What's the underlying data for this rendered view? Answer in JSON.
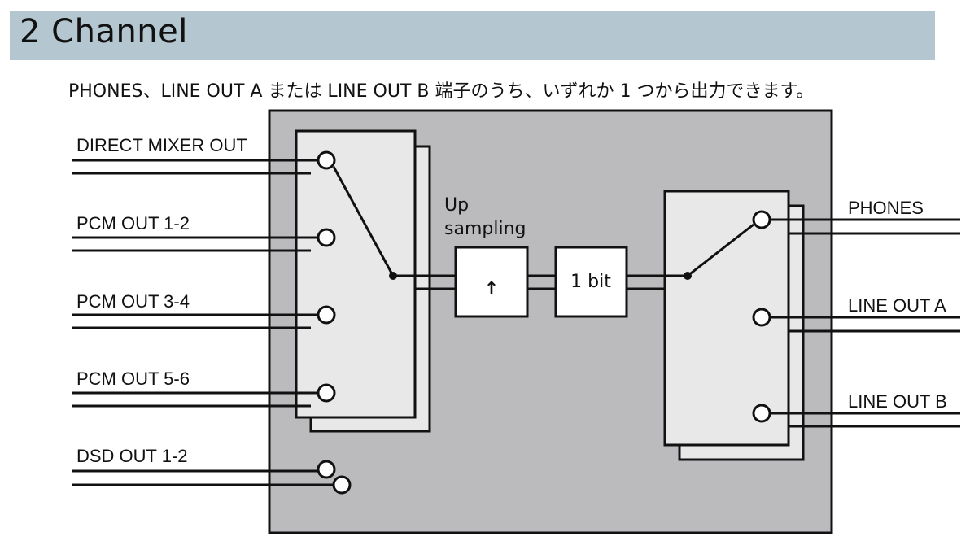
{
  "header": {
    "title": "2 Channel"
  },
  "description": "PHONES、LINE OUT A または LINE OUT B 端子のうち、いずれか 1 つから出力できます。",
  "inputs": {
    "direct_mixer_out": "DIRECT MIXER OUT",
    "pcm_out_1_2": "PCM OUT 1-2",
    "pcm_out_3_4": "PCM OUT 3-4",
    "pcm_out_5_6": "PCM OUT 5-6",
    "dsd_out_1_2": "DSD OUT 1-2"
  },
  "blocks": {
    "upsampling_label_line1": "Up",
    "upsampling_label_line2": "sampling",
    "upsampling_arrow": "↑",
    "one_bit": "1 bit"
  },
  "outputs": {
    "phones": "PHONES",
    "line_out_a": "LINE OUT A",
    "line_out_b": "LINE OUT B"
  },
  "colors": {
    "header_bg": "#b4c6cf",
    "device_bg": "#bbbbbe",
    "switch_bg": "#e8e8e8",
    "stroke": "#111111"
  }
}
